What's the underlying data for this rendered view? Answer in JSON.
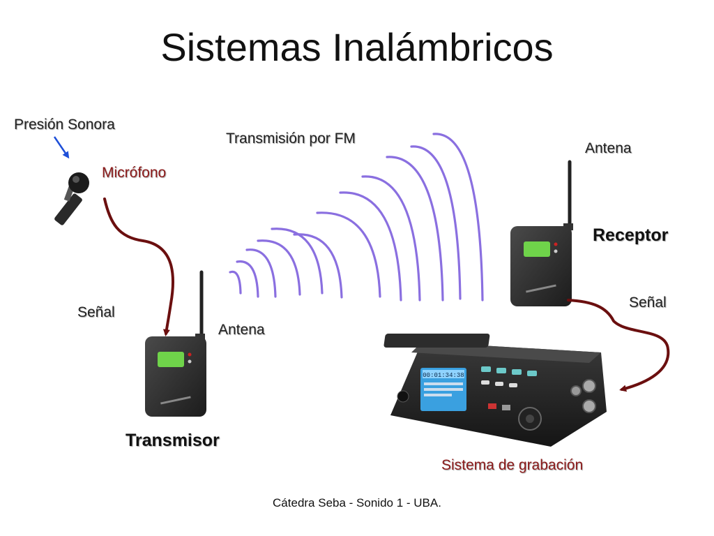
{
  "title": "Sistemas Inalámbricos",
  "labels": {
    "presion_sonora": "Presión Sonora",
    "microfono": "Micrófono",
    "transmision_fm": "Transmisión por FM",
    "antena_receptor": "Antena",
    "receptor": "Receptor",
    "senal_izq": "Señal",
    "antena_transmisor": "Antena",
    "senal_der": "Señal",
    "transmisor": "Transmisor",
    "sistema_grabacion": "Sistema de grabación"
  },
  "footer": "Cátedra Seba - Sonido 1 - UBA.",
  "devices": {
    "transmitter_display": "",
    "receiver_display": "",
    "recorder_display": "00:01:34:38"
  },
  "colors": {
    "wave": "#8a6fe0",
    "cable": "#6b0f0f",
    "arrow_blue": "#1e4fd8",
    "label_red": "#8b1a1a",
    "device_body": "#2d2d2d",
    "display_green": "#6fd34a",
    "recorder_screen": "#3aa0e0"
  }
}
